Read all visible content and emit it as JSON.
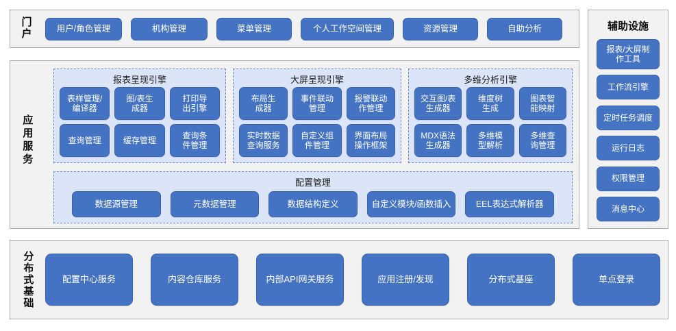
{
  "portal": {
    "label": "门\n户",
    "items": [
      {
        "label": "用户/角色管理",
        "width": 112
      },
      {
        "label": "机构管理",
        "width": 112
      },
      {
        "label": "菜单管理",
        "width": 110
      },
      {
        "label": "个人工作空间管理",
        "width": 136
      },
      {
        "label": "资源管理",
        "width": 110
      },
      {
        "label": "自助分析",
        "width": 110
      }
    ]
  },
  "app_services": {
    "label": "应用服务",
    "engines": [
      {
        "title": "报表呈现引擎",
        "items": [
          "表样管理/\n编译器",
          "图/表生\n成器",
          "打印导\n出引擎",
          "查询管理",
          "缓存管理",
          "查询条\n件管理"
        ]
      },
      {
        "title": "大屏呈现引擎",
        "items": [
          "布局生\n成器",
          "事件联动\n管理",
          "报警联动\n作管理",
          "实时数据\n查询服务",
          "自定义组\n件管理",
          "界面布局\n操作框架"
        ]
      },
      {
        "title": "多维分析引擎",
        "items": [
          "交互图/表\n生成器",
          "维度树\n生成",
          "图表智\n能映射",
          "MDX语法\n生成器",
          "多维模\n型解析",
          "多维查\n询管理"
        ]
      }
    ],
    "config": {
      "title": "配置管理",
      "items": [
        "数据源管理",
        "元数据管理",
        "数据结构定义",
        "自定义模块/函数插入",
        "EEL表达式解析器"
      ]
    }
  },
  "aux": {
    "title": "辅助设施",
    "items": [
      {
        "label": "报表/大屏制\n作工具",
        "two_line": true
      },
      {
        "label": "工作流引擎",
        "two_line": false
      },
      {
        "label": "定时任务调度",
        "two_line": false
      },
      {
        "label": "运行日志",
        "two_line": false
      },
      {
        "label": "权限管理",
        "two_line": false
      },
      {
        "label": "消息中心",
        "two_line": false
      }
    ]
  },
  "base": {
    "label": "分布式基础",
    "items": [
      "配置中心服务",
      "内容仓库服务",
      "内部API网关服务",
      "应用注册/发现",
      "分布式基座",
      "单点登录"
    ]
  },
  "colors": {
    "node_fill": "#4573c4",
    "node_border": "#3a63ad",
    "panel_fill": "#f2f2f2",
    "panel_border": "#a9a9a9",
    "group_fill": "#dbe5f7",
    "group_border": "#6b87c4",
    "text_light": "#ffffff",
    "text_dark": "#0d0d0d"
  }
}
